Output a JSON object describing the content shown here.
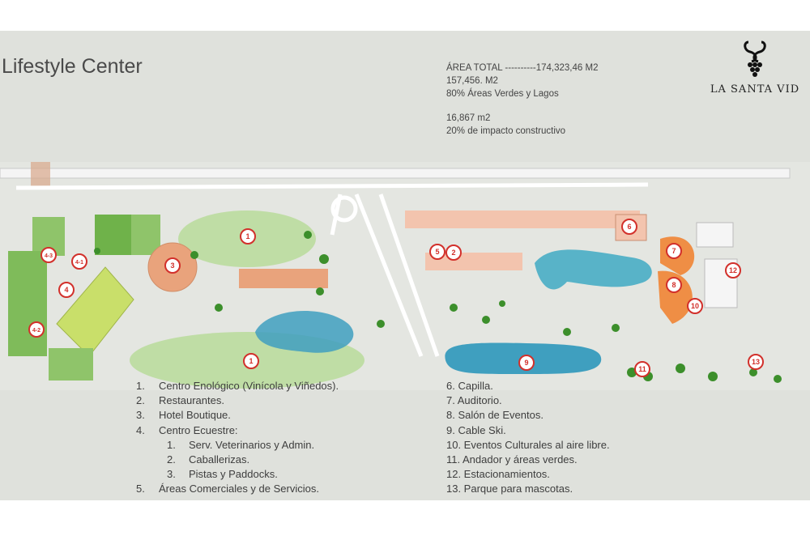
{
  "title": "Lifestyle Center",
  "stats": {
    "line1": "ÁREA TOTAL ----------174,323,46 M2",
    "line2": "157,456. M2",
    "line3": "80% Áreas Verdes y Lagos",
    "line4": "16,867 m2",
    "line5": "20% de impacto constructivo"
  },
  "brand": "LA SANTA VID",
  "legend_left": [
    {
      "num": "1.",
      "text": "Centro Enológico (Vinícola y Viñedos)."
    },
    {
      "num": "2.",
      "text": "Restaurantes."
    },
    {
      "num": "3.",
      "text": "Hotel Boutique."
    },
    {
      "num": "4.",
      "text": "Centro Ecuestre:"
    },
    {
      "num": "1.",
      "text": "Serv. Veterinarios y Admin.",
      "sub": true
    },
    {
      "num": "2.",
      "text": "Caballerizas.",
      "sub": true
    },
    {
      "num": "3.",
      "text": "Pistas y Paddocks.",
      "sub": true
    },
    {
      "num": "5.",
      "text": "Áreas Comerciales y de Servicios."
    }
  ],
  "legend_right": [
    "6. Capilla.",
    "7. Auditorio.",
    "8. Salón de Eventos.",
    "9. Cable Ski.",
    "10. Eventos Culturales al aire libre.",
    "11. Andador y áreas verdes.",
    "12. Estacionamientos.",
    "13. Parque para mascotas."
  ],
  "map_markers": [
    "1",
    "1",
    "2",
    "3",
    "4",
    "4-1",
    "4-2",
    "4-3",
    "5",
    "6",
    "7",
    "8",
    "9",
    "10",
    "11",
    "12",
    "13"
  ],
  "colors": {
    "greenery": "#8fc46a",
    "lake": "#3f9fbf",
    "building": "#e9a37c",
    "marker": "#d2302b",
    "road": "#f2f2f2"
  }
}
